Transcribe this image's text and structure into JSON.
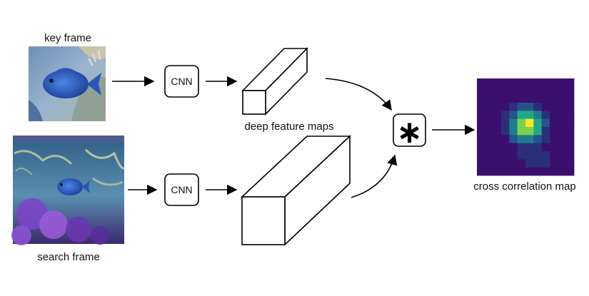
{
  "labels": {
    "key_frame": "key frame",
    "search_frame": "search frame",
    "cnn_top": "CNN",
    "cnn_bottom": "CNN",
    "deep_feature_maps": "deep feature maps",
    "correlation_operator": "∗",
    "cross_correlation_map": "cross correlation map"
  },
  "heatmap": {
    "grid": 12,
    "peak_row": 5,
    "peak_col": 5,
    "colors": [
      "#3b0f70",
      "#2b2f7a",
      "#26538b",
      "#1f7c8c",
      "#22a884",
      "#7ad151",
      "#fde725"
    ]
  }
}
